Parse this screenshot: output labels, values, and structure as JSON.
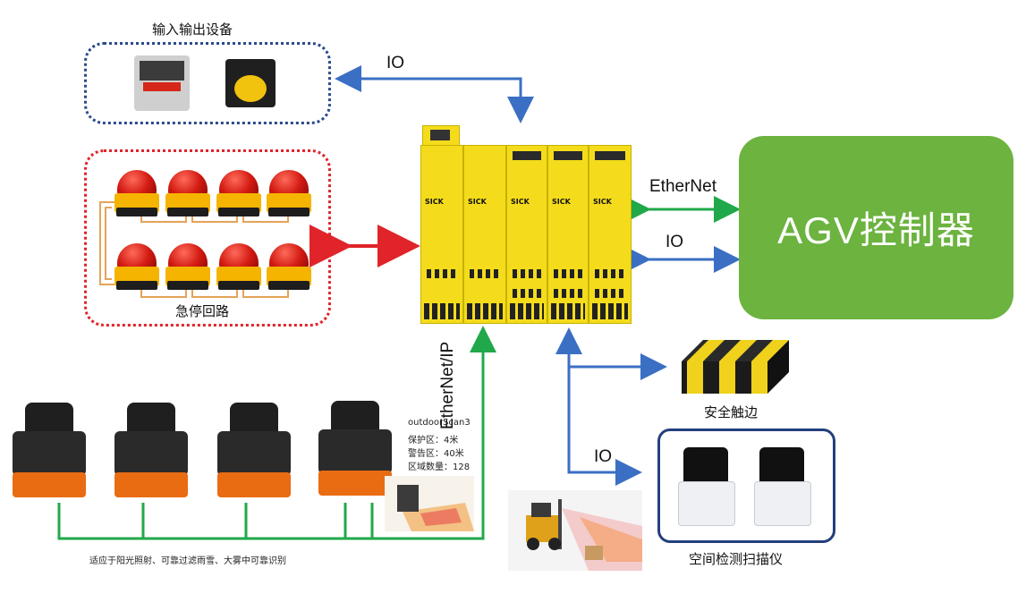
{
  "labels": {
    "io_devices": "输入输出设备",
    "estop_loop": "急停回路",
    "agv_controller": "AGV控制器",
    "ethernet": "EtherNet",
    "io_top": "IO",
    "io_right": "IO",
    "io_bottom": "IO",
    "ethernet_ip": "EtherNet/IP",
    "safety_edge": "安全触边",
    "spatial_scanner": "空间检测扫描仪",
    "scanner_note": "适应于阳光照射、可靠过滤雨雪、大雾中可靠识别",
    "scanner_model": "outdoorScan3",
    "protect_zone": "保护区：4米",
    "warn_zone": "警告区：40米",
    "zone_count": "区域数量：128"
  },
  "plc_brand": "SICK",
  "colors": {
    "agv_green": "#6cb33f",
    "io_blue": "#3b6fc4",
    "ethernet_green": "#21a84a",
    "estop_red": "#e0242a"
  },
  "icons": {
    "relay": "relay-icon",
    "push_button": "yellow-push-button-icon",
    "estop": "emergency-stop-icon",
    "laser_scanner": "laser-scanner-icon",
    "safety_edge": "safety-edge-icon",
    "spatial_scanner": "spatial-scanner-icon",
    "forklift": "forklift-photo-icon"
  }
}
